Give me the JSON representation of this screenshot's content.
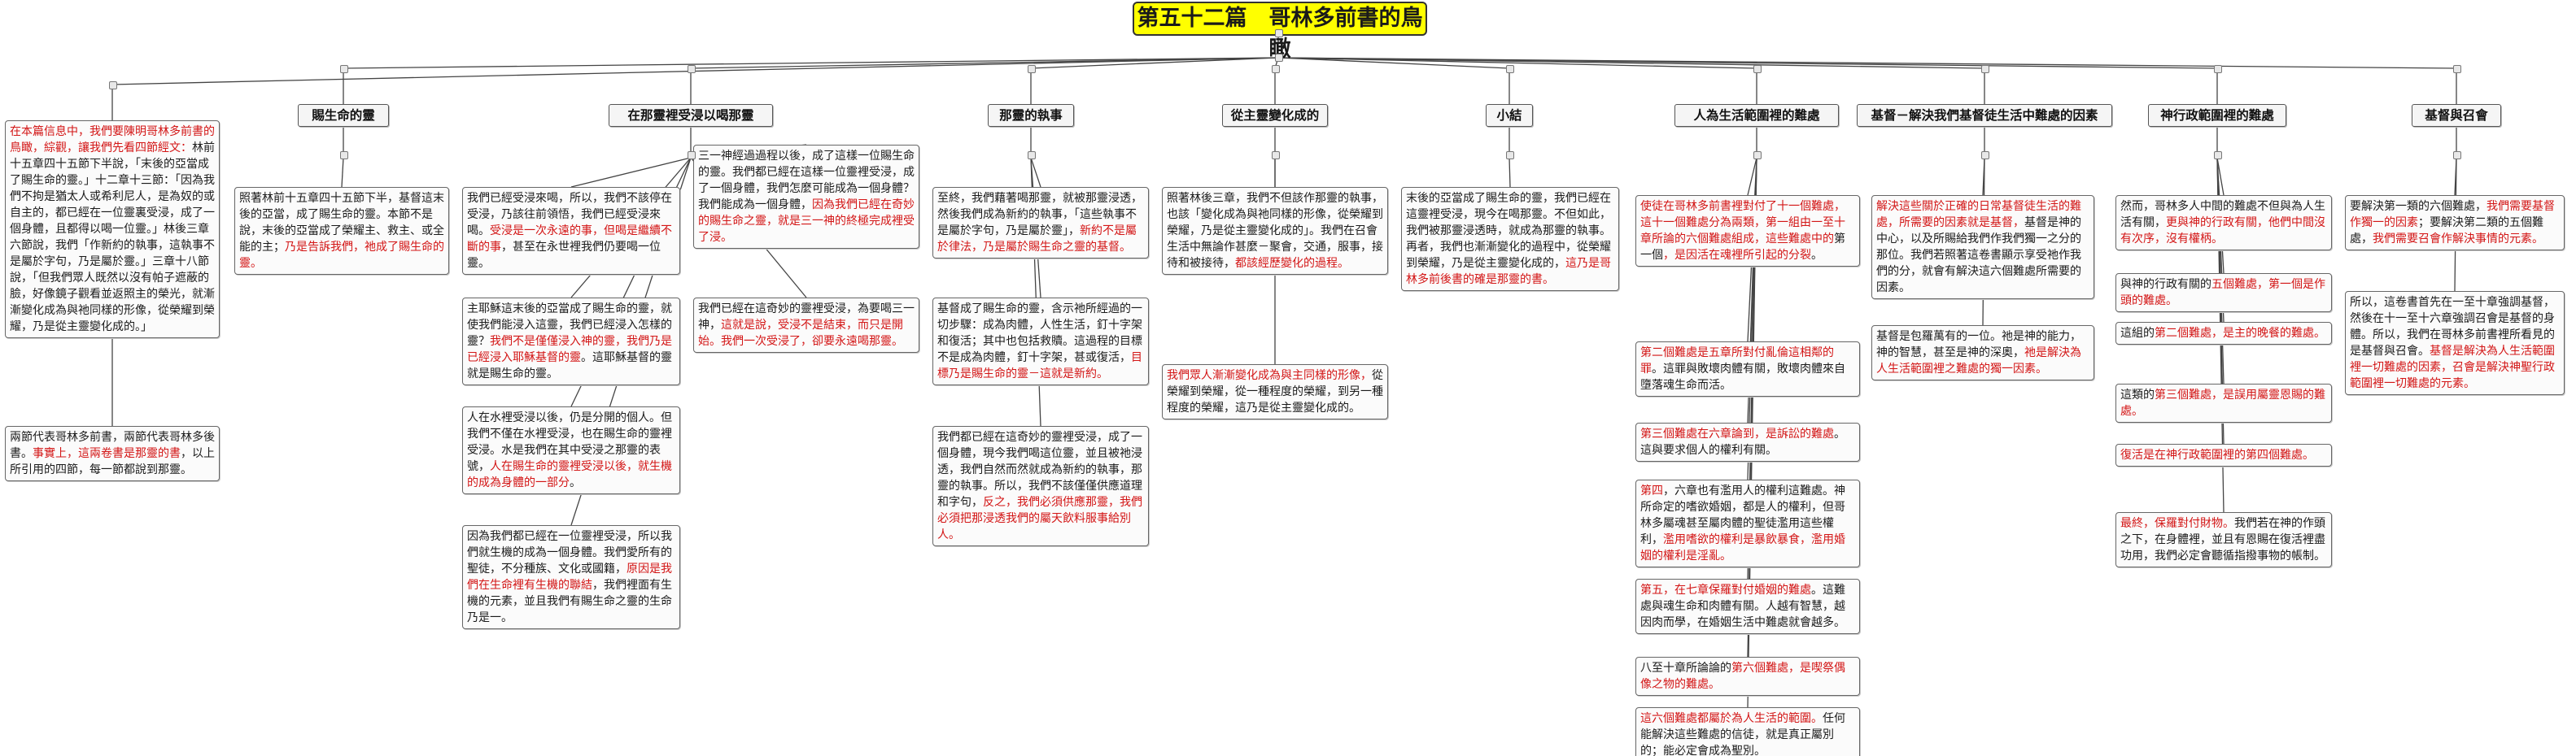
{
  "title": "第五十二篇　哥林多前書的鳥瞰",
  "branches": [
    {
      "label": "",
      "nodes": [
        {
          "segments": [
            {
              "t": "在本篇信息中，我們要陳明哥林多前書的鳥瞰，綜觀，讓我們先看四節經文：",
              "red": true
            },
            {
              "t": "林前十五章四十五節下半說，「末後的亞當成了賜生命的靈。」十二章十三節：「因為我們不拘是猶太人或希利尼人，是為奴的或自主的，都已經在一位靈裏受浸，成了一個身體，且都得以喝一位靈。」林後三章六節說，我們「作新約的執事，這執事不是屬於字句，乃是屬於靈。」三章十八節說，「但我們眾人既然以沒有帕子遮蔽的臉，好像鏡子觀看並返照主的榮光，就漸漸變化成為與祂同樣的形像，從榮耀到榮耀，乃是從主靈變化成的。」",
              "red": false
            }
          ]
        },
        {
          "segments": [
            {
              "t": "兩節代表哥林多前書，兩節代表哥林多後書。",
              "red": false
            },
            {
              "t": "事實上，這兩卷書是那靈的書",
              "red": true
            },
            {
              "t": "，以上所引用的四節，每一節都說到那靈。",
              "red": false
            }
          ]
        }
      ]
    },
    {
      "label": "賜生命的靈",
      "nodes": [
        {
          "segments": [
            {
              "t": "照著林前十五章四十五節下半，基督這末後的亞當，成了賜生命的靈。本節不是說，末後的亞當成了榮耀主、救主、或全能的主；",
              "red": false
            },
            {
              "t": "乃是告訴我們，祂成了賜生命的靈。",
              "red": true
            }
          ]
        }
      ]
    },
    {
      "label": "在那靈裡受浸以喝那靈",
      "nodes": [
        {
          "segments": [
            {
              "t": "我們已經受浸來喝，所以，我們不該停在受浸，乃該往前領悟，我們已經受浸來喝。",
              "red": false
            },
            {
              "t": "受浸是一次永遠的事，但喝是繼續不斷的事",
              "red": true
            },
            {
              "t": "，甚至在永世裡我們仍要喝一位靈。",
              "red": false
            }
          ]
        },
        {
          "segments": [
            {
              "t": "三一神經過過程以後，成了這樣一位賜生命的靈。我們都已經在這樣一位靈裡受浸，成了一個身體，我們怎麼可能成為一個身體？我們能成為一個身體，",
              "red": false
            },
            {
              "t": "因為我們已經在奇妙的賜生命之靈，就是三一神的終極完成裡受了浸。",
              "red": true
            }
          ]
        },
        {
          "segments": [
            {
              "t": "主耶穌這末後的亞當成了賜生命的靈，就使我們能浸入這靈，我們已經浸入怎樣的靈？",
              "red": false
            },
            {
              "t": "我們不是僅僅浸入神的靈，我們乃是已經浸入耶穌基督的靈",
              "red": true
            },
            {
              "t": "。這耶穌基督的靈就是賜生命的靈。",
              "red": false
            }
          ]
        },
        {
          "segments": [
            {
              "t": "我們已經在這奇妙的靈裡受浸，為要喝三一神，",
              "red": false
            },
            {
              "t": "這就是說，受浸不是結束，而只是開始。我們一次受浸了，卻要永遠喝那靈。",
              "red": true
            }
          ]
        },
        {
          "segments": [
            {
              "t": "人在水裡受浸以後，仍是分開的個人。但我們不僅在水裡受浸，也在賜生命的靈裡受浸。水是我們在其中受浸之那靈的表號，",
              "red": false
            },
            {
              "t": "人在賜生命的靈裡受浸以後，就生機的成為身體的一部分",
              "red": true
            },
            {
              "t": "。",
              "red": false
            }
          ]
        },
        {
          "segments": [
            {
              "t": "因為我們都已經在一位靈裡受浸，所以我們就生機的成為一個身體。我們愛所有的聖徒，不分種族、文化或國籍，",
              "red": false
            },
            {
              "t": "原因是我們在生命裡有生機的聯結",
              "red": true
            },
            {
              "t": "，我們裡面有生機的元素，並且我們有賜生命之靈的生命乃是一。",
              "red": false
            }
          ]
        }
      ]
    },
    {
      "label": "那靈的執事",
      "nodes": [
        {
          "segments": [
            {
              "t": "至終，我們藉著喝那靈，就被那靈浸透，然後我們成為新約的執事，「這些執事不是屬於字句，乃是屬於靈」，",
              "red": false
            },
            {
              "t": "新約不是屬於律法，乃是屬於賜生命之靈的基督。",
              "red": true
            }
          ]
        },
        {
          "segments": [
            {
              "t": "基督成了賜生命的靈，含示祂所經過的一切步驟：成為肉體，人性生活，釘十字架和復活；其中也包括救贖。這過程的目標不是成為肉體，釘十字架，甚或復活，",
              "red": false
            },
            {
              "t": "目標乃是賜生命的靈－這就是新約。",
              "red": true
            }
          ]
        },
        {
          "segments": [
            {
              "t": "我們都已經在這奇妙的靈裡受浸，成了一個身體，現今我們喝這位靈，並且被祂浸透，我們自然而然就成為新約的執事，那靈的執事。所以，我們不該僅僅供應道理和字句，",
              "red": false
            },
            {
              "t": "反之，我們必須供應那靈，我們必須把那浸透我們的屬天飲料服事給別人。",
              "red": true
            }
          ]
        }
      ]
    },
    {
      "label": "從主靈變化成的",
      "nodes": [
        {
          "segments": [
            {
              "t": "照著林後三章，我們不但該作那靈的執事，也該「變化成為與祂同樣的形像，從榮耀到榮耀，乃是從主靈變化成的」。我們在召會生活中無論作甚麼－聚會，交通，服事，接待和被接待，",
              "red": false
            },
            {
              "t": "都該經歷變化的過程。",
              "red": true
            }
          ]
        },
        {
          "segments": [
            {
              "t": "我們眾人漸漸變化成為與主同樣的形像，",
              "red": true
            },
            {
              "t": "從榮耀到榮耀，從一種程度的榮耀，到另一種程度的榮耀，這乃是從主靈變化成的。",
              "red": false
            }
          ]
        }
      ]
    },
    {
      "label": "小結",
      "nodes": [
        {
          "segments": [
            {
              "t": "末後的亞當成了賜生命的靈，我們已經在這靈裡受浸，現今在喝那靈。不但如此，我們被那靈浸透時，就成為那靈的執事。再者，我們也漸漸變化的過程中，從榮耀到榮耀，乃是從主靈變化成的，",
              "red": false
            },
            {
              "t": "這乃是哥林多前後書的確是那靈的書。",
              "red": true
            }
          ]
        }
      ]
    },
    {
      "label": "人為生活範圍裡的難處",
      "nodes": [
        {
          "segments": [
            {
              "t": "使徒在哥林多前書裡對付了十一個難處，這十一個難處分為兩類，第一組由一至十章所論的六個難處組成，這些難處中的",
              "red": true
            },
            {
              "t": "第一個",
              "red": false
            },
            {
              "t": "，是因活在魂裡所引起的分裂",
              "red": true
            },
            {
              "t": "。",
              "red": false
            }
          ]
        },
        {
          "segments": [
            {
              "t": "第二個難處是五章所對付亂倫這相鄰的罪",
              "red": true
            },
            {
              "t": "。這罪與敗壞肉體有關，敗壞肉體來自墮落魂生命而活。",
              "red": false
            }
          ]
        },
        {
          "segments": [
            {
              "t": "第三個難處在六章論到，是訴訟的難處",
              "red": true
            },
            {
              "t": "。這與要求個人的權利有關。",
              "red": false
            }
          ]
        },
        {
          "segments": [
            {
              "t": "第四",
              "red": true
            },
            {
              "t": "，六章也有濫用人的權利這難處。神所命定的嗜欲婚姻，都是人的權利，但哥林多屬魂甚至屬肉體的聖徒濫用這些權利，",
              "red": false
            },
            {
              "t": "濫用嗜欲的權利是暴飲暴食，濫用婚姻的權利是淫亂。",
              "red": true
            }
          ]
        },
        {
          "segments": [
            {
              "t": "第五，在七章保羅對付婚姻的難處",
              "red": true
            },
            {
              "t": "。這難處與魂生命和肉體有關。人越有智慧，越因肉而學，在婚姻生活中難處就會越多。",
              "red": false
            }
          ]
        },
        {
          "segments": [
            {
              "t": "八至十章所論論的",
              "red": false
            },
            {
              "t": "第六個難處，是喫祭偶像之物的難處。",
              "red": true
            }
          ]
        },
        {
          "segments": [
            {
              "t": "這六個難處都屬於為人生活的範圍。",
              "red": true
            },
            {
              "t": "任何能解決這些難處的信徒，就是真正屬別的；能必定會成為聖別。",
              "red": false
            }
          ]
        }
      ]
    },
    {
      "label": "基督－解決我們基督徒生活中難處的因素",
      "nodes": [
        {
          "segments": [
            {
              "t": "解決這些關於正確的日常基督徒生活的難處，所需要的因素就是基督，",
              "red": true
            },
            {
              "t": "基督是神的中心，以及所賜給我們作我們獨一之分的那位。我們若照著這卷書顯示享受祂作我們的分，就會有解決這六個難處所需要的因素。",
              "red": false
            }
          ]
        },
        {
          "segments": [
            {
              "t": "基督是包羅萬有的一位。祂是神的能力，神的智慧，甚至是神的深奧，",
              "red": false
            },
            {
              "t": "祂是解決為人生活範圍裡之難處的獨一因素。",
              "red": true
            }
          ]
        }
      ]
    },
    {
      "label": "神行政範圍裡的難處",
      "nodes": [
        {
          "segments": [
            {
              "t": "然而，哥林多人中間的難處不但與為人生活有關，",
              "red": false
            },
            {
              "t": "更與神的行政有關，他們中間沒有次序，沒有權柄。",
              "red": true
            }
          ]
        },
        {
          "segments": [
            {
              "t": "與神的行政有關的",
              "red": false
            },
            {
              "t": "五個難處，第一個是作頭的難處。",
              "red": true
            }
          ]
        },
        {
          "segments": [
            {
              "t": "這組的",
              "red": false
            },
            {
              "t": "第二個難處，是主的晚餐的難處。",
              "red": true
            }
          ]
        },
        {
          "segments": [
            {
              "t": "這類的",
              "red": false
            },
            {
              "t": "第三個難處，是誤用屬靈恩賜的難處。",
              "red": true
            }
          ]
        },
        {
          "segments": [
            {
              "t": "復活是在神行政範圍裡的第四個難處。",
              "red": true
            }
          ]
        },
        {
          "segments": [
            {
              "t": "最終，保羅對付財物。",
              "red": true
            },
            {
              "t": "我們若在神的作頭之下，在身體裡，並且有恩賜在復活裡盡功用，我們必定會聽循指撥事物的帳制。",
              "red": false
            }
          ]
        }
      ]
    },
    {
      "label": "基督與召會",
      "nodes": [
        {
          "segments": [
            {
              "t": "要解決第一類的六個難處，",
              "red": false
            },
            {
              "t": "我們需要基督作獨一的因素",
              "red": true
            },
            {
              "t": "；要解決第二類的五個難處，",
              "red": false
            },
            {
              "t": "我們需要召會作解決事情的元素。",
              "red": true
            }
          ]
        },
        {
          "segments": [
            {
              "t": "所以，這卷書首先在一至十章強調基督，然後在十一至十六章強調召會是基督的身體。所以，我們在哥林多前書裡所看見的是基督與召會。",
              "red": false
            },
            {
              "t": "基督是解決為人生活範圍裡一切難處的因素，召會是解決神聖行政範圍裡一切難處的元素。",
              "red": true
            }
          ]
        }
      ]
    }
  ]
}
